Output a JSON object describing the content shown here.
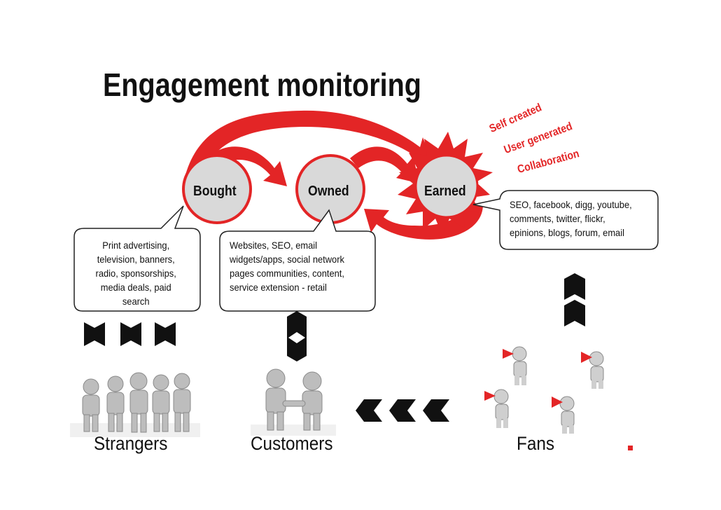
{
  "title": "Engagement monitoring",
  "nodes": {
    "bought": "Bought",
    "owned": "Owned",
    "earned": "Earned"
  },
  "earned_tags": [
    "Self created",
    "User generated",
    "Collaboration"
  ],
  "bubbles": {
    "bought": [
      "Print advertising,",
      "television, banners,",
      "radio, sponsorships,",
      "media deals, paid",
      "search"
    ],
    "owned": [
      "Websites, SEO, email",
      "widgets/apps, social network",
      "pages communities, content,",
      "service extension - retail"
    ],
    "earned": [
      "SEO, facebook, digg, youtube,",
      "comments, twitter, flickr,",
      "epinions, blogs, forum, email"
    ]
  },
  "groups": {
    "strangers": "Strangers",
    "customers": "Customers",
    "fans": "Fans"
  },
  "colors": {
    "accent_red": "#e32526",
    "circle_fill": "#d9d9d9",
    "chevron": "#111111"
  },
  "icons": [
    "chevron-down-icon",
    "chevron-up-icon",
    "chevron-left-icon",
    "diamond-icon",
    "people-group-icon",
    "handshake-icon",
    "megaphone-person-icon"
  ]
}
